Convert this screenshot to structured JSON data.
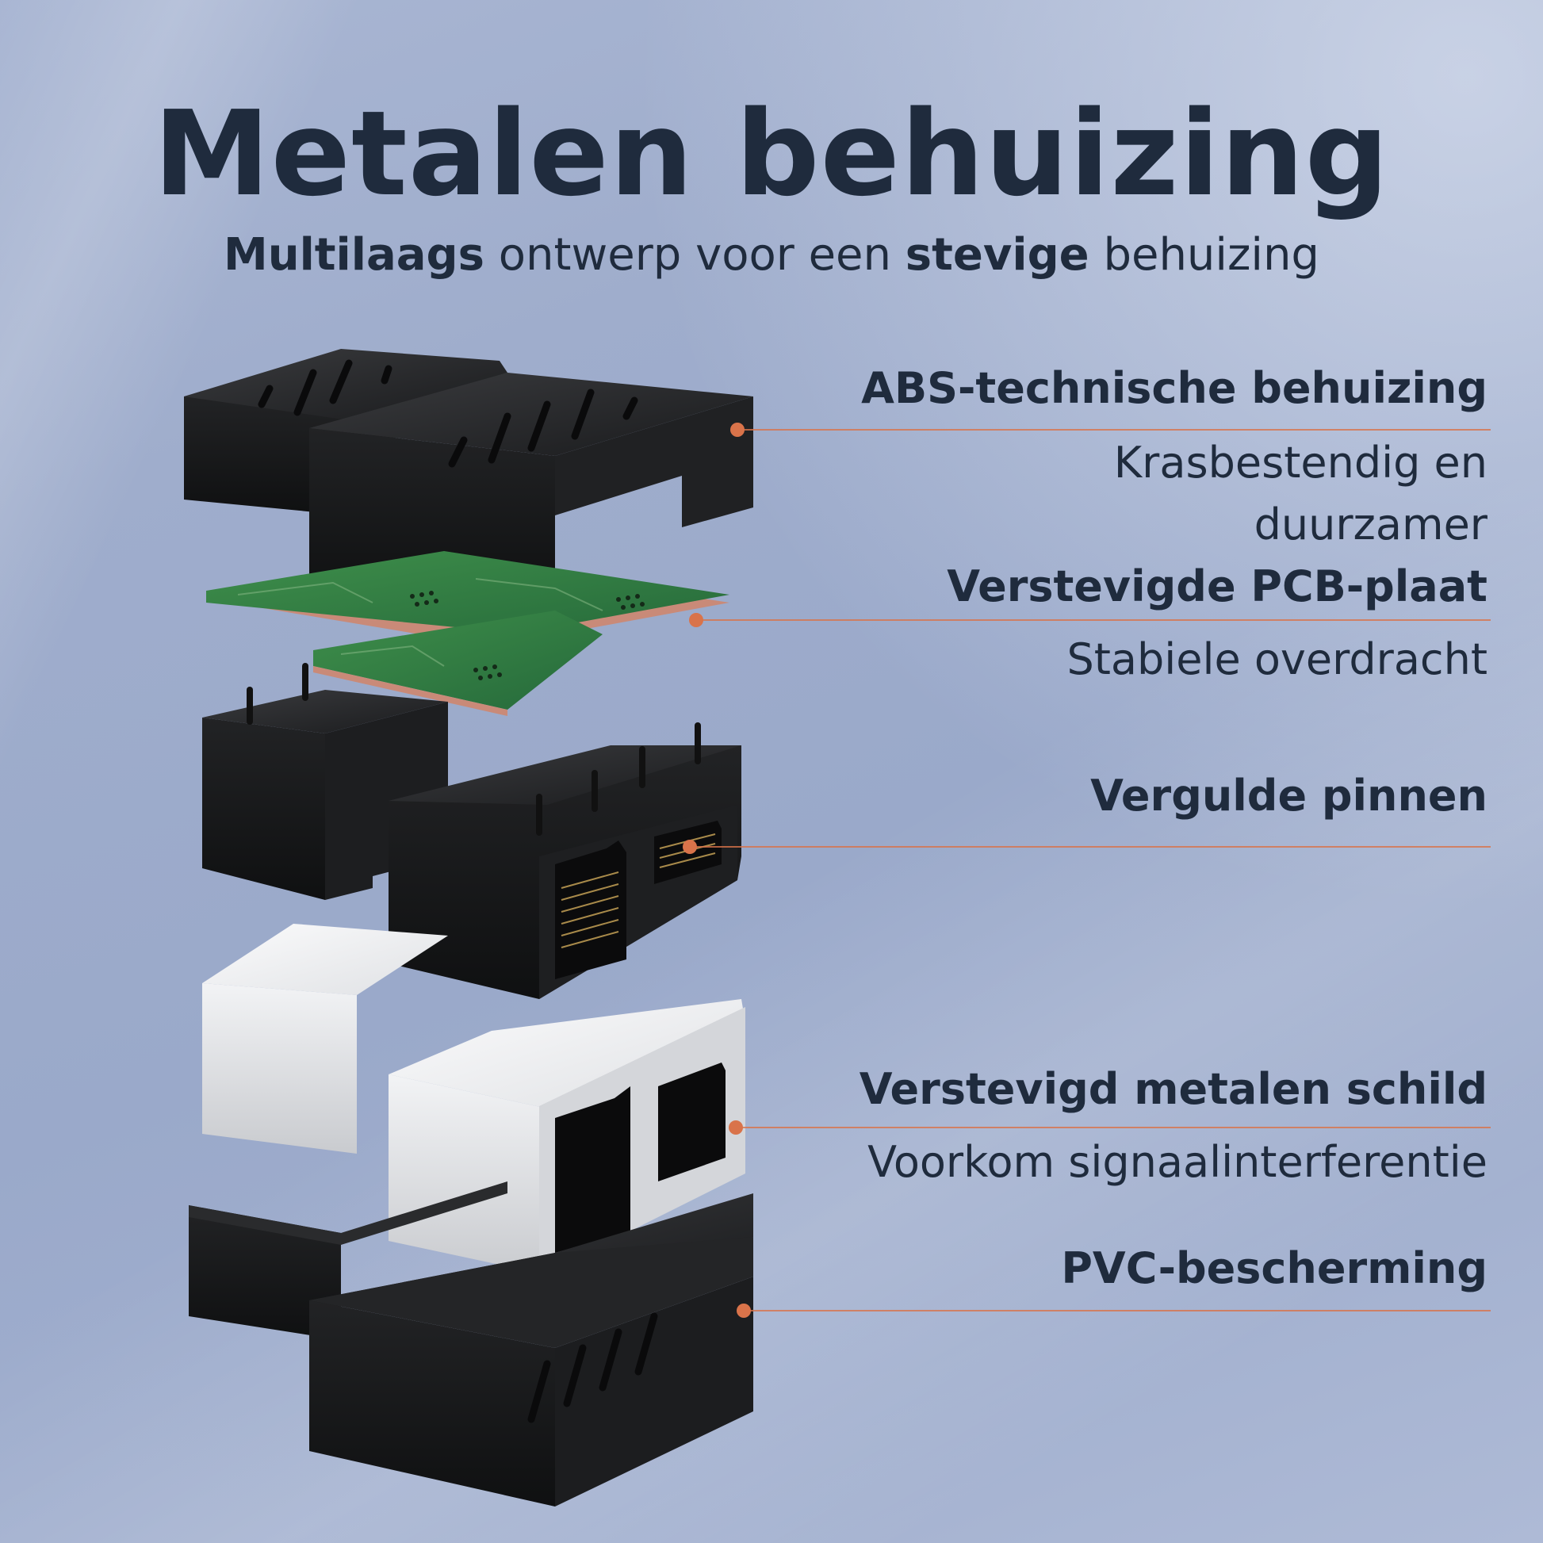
{
  "header": {
    "title": "Metalen behuizing",
    "subtitle_parts": [
      {
        "text": "Multilaags",
        "bold": true
      },
      {
        "text": " ontwerp voor een ",
        "bold": false
      },
      {
        "text": "stevige",
        "bold": true
      },
      {
        "text": " behuizing",
        "bold": false
      }
    ]
  },
  "callouts": [
    {
      "heading": "ABS-technische behuizing",
      "description_lines": [
        "Krasbestendig en",
        "duurzamer"
      ]
    },
    {
      "heading": "Verstevigde PCB-plaat",
      "description_lines": [
        "Stabiele overdracht"
      ]
    },
    {
      "heading": "Vergulde pinnen",
      "description_lines": []
    },
    {
      "heading": "Verstevigd metalen schild",
      "description_lines": [
        "Voorkom signaalinterferentie"
      ]
    },
    {
      "heading": "PVC-bescherming",
      "description_lines": []
    }
  ],
  "colors": {
    "text": "#1f2b3d",
    "leader_line": "#d9734a",
    "background": "#a2b0cf",
    "housing": "#1c1d1f",
    "pcb": "#2f7a3e",
    "shield": "#e9eaec"
  }
}
